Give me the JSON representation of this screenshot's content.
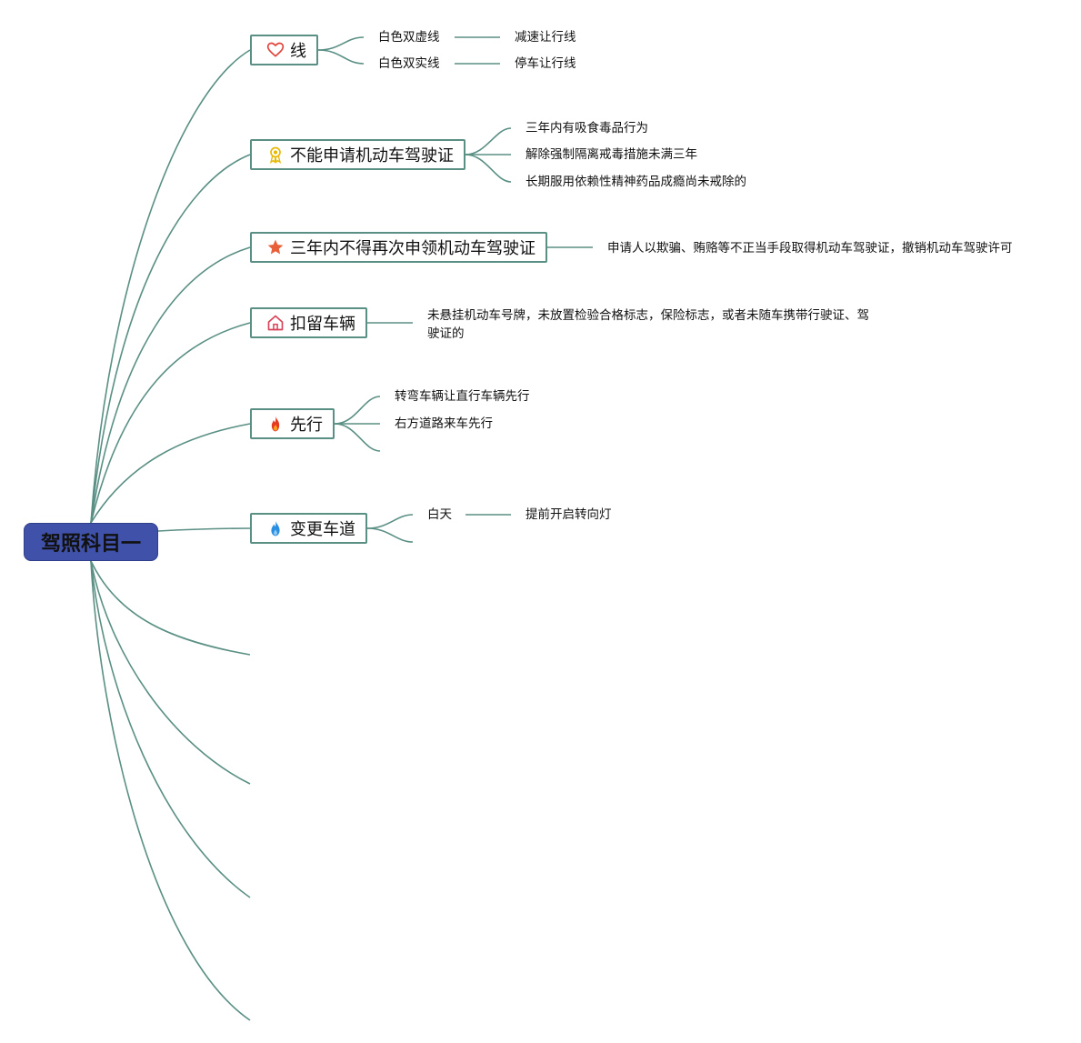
{
  "root": {
    "label": "驾照科目一"
  },
  "colors": {
    "edge": "#5a8f84",
    "root_fill": "#3f51a8",
    "node_border": "#5a8f84"
  },
  "nodes": [
    {
      "label": "线",
      "icon": "heart-icon",
      "children": [
        {
          "label": "白色双虚线",
          "children": [
            {
              "label": "减速让行线"
            }
          ]
        },
        {
          "label": "白色双实线",
          "children": [
            {
              "label": "停车让行线"
            }
          ]
        }
      ]
    },
    {
      "label": "不能申请机动车驾驶证",
      "icon": "award-medal-icon",
      "children": [
        {
          "label": "三年内有吸食毒品行为"
        },
        {
          "label": "解除强制隔离戒毒措施未满三年"
        },
        {
          "label": "长期服用依赖性精神药品成瘾尚未戒除的"
        }
      ]
    },
    {
      "label": "三年内不得再次申领机动车驾驶证",
      "icon": "star-icon",
      "children": [
        {
          "label": "申请人以欺骗、贿赂等不正当手段取得机动车驾驶证，撤销机动车驾驶许可"
        }
      ]
    },
    {
      "label": "扣留车辆",
      "icon": "home-icon",
      "children": [
        {
          "label": "未悬挂机动车号牌，未放置检验合格标志，保险标志，或者未随车携带行驶证、驾驶证的"
        }
      ]
    },
    {
      "label": "先行",
      "icon": "fire-icon",
      "children": [
        {
          "label": "转弯车辆让直行车辆先行"
        },
        {
          "label": "右方道路来车先行"
        },
        {
          "label": ""
        }
      ]
    },
    {
      "label": "变更车道",
      "icon": "water-drop-icon",
      "children": [
        {
          "label": "白天",
          "children": [
            {
              "label": "提前开启转向灯"
            }
          ]
        },
        {
          "label": ""
        }
      ]
    }
  ]
}
